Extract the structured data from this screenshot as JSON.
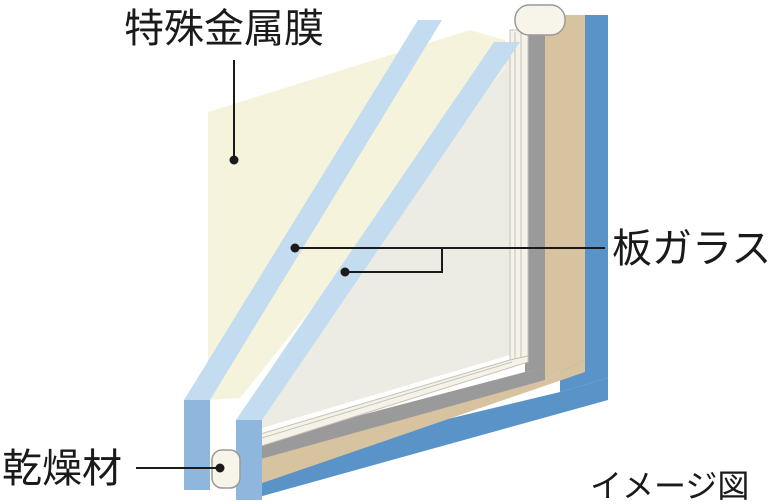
{
  "labels": {
    "metal_film": "特殊金属膜",
    "glass_pane": "板ガラス",
    "desiccant": "乾燥材",
    "image_note": "イメージ図"
  },
  "colors": {
    "outer_blue": "#5a93c8",
    "tan_frame": "#d8c3a0",
    "gray_spacer": "#9a9a9a",
    "cream_coating": "#f6f3dd",
    "light_blue_glass": "#c3dcef",
    "inner_glass": "#ecece4",
    "leader_line": "#1a1a1a"
  }
}
